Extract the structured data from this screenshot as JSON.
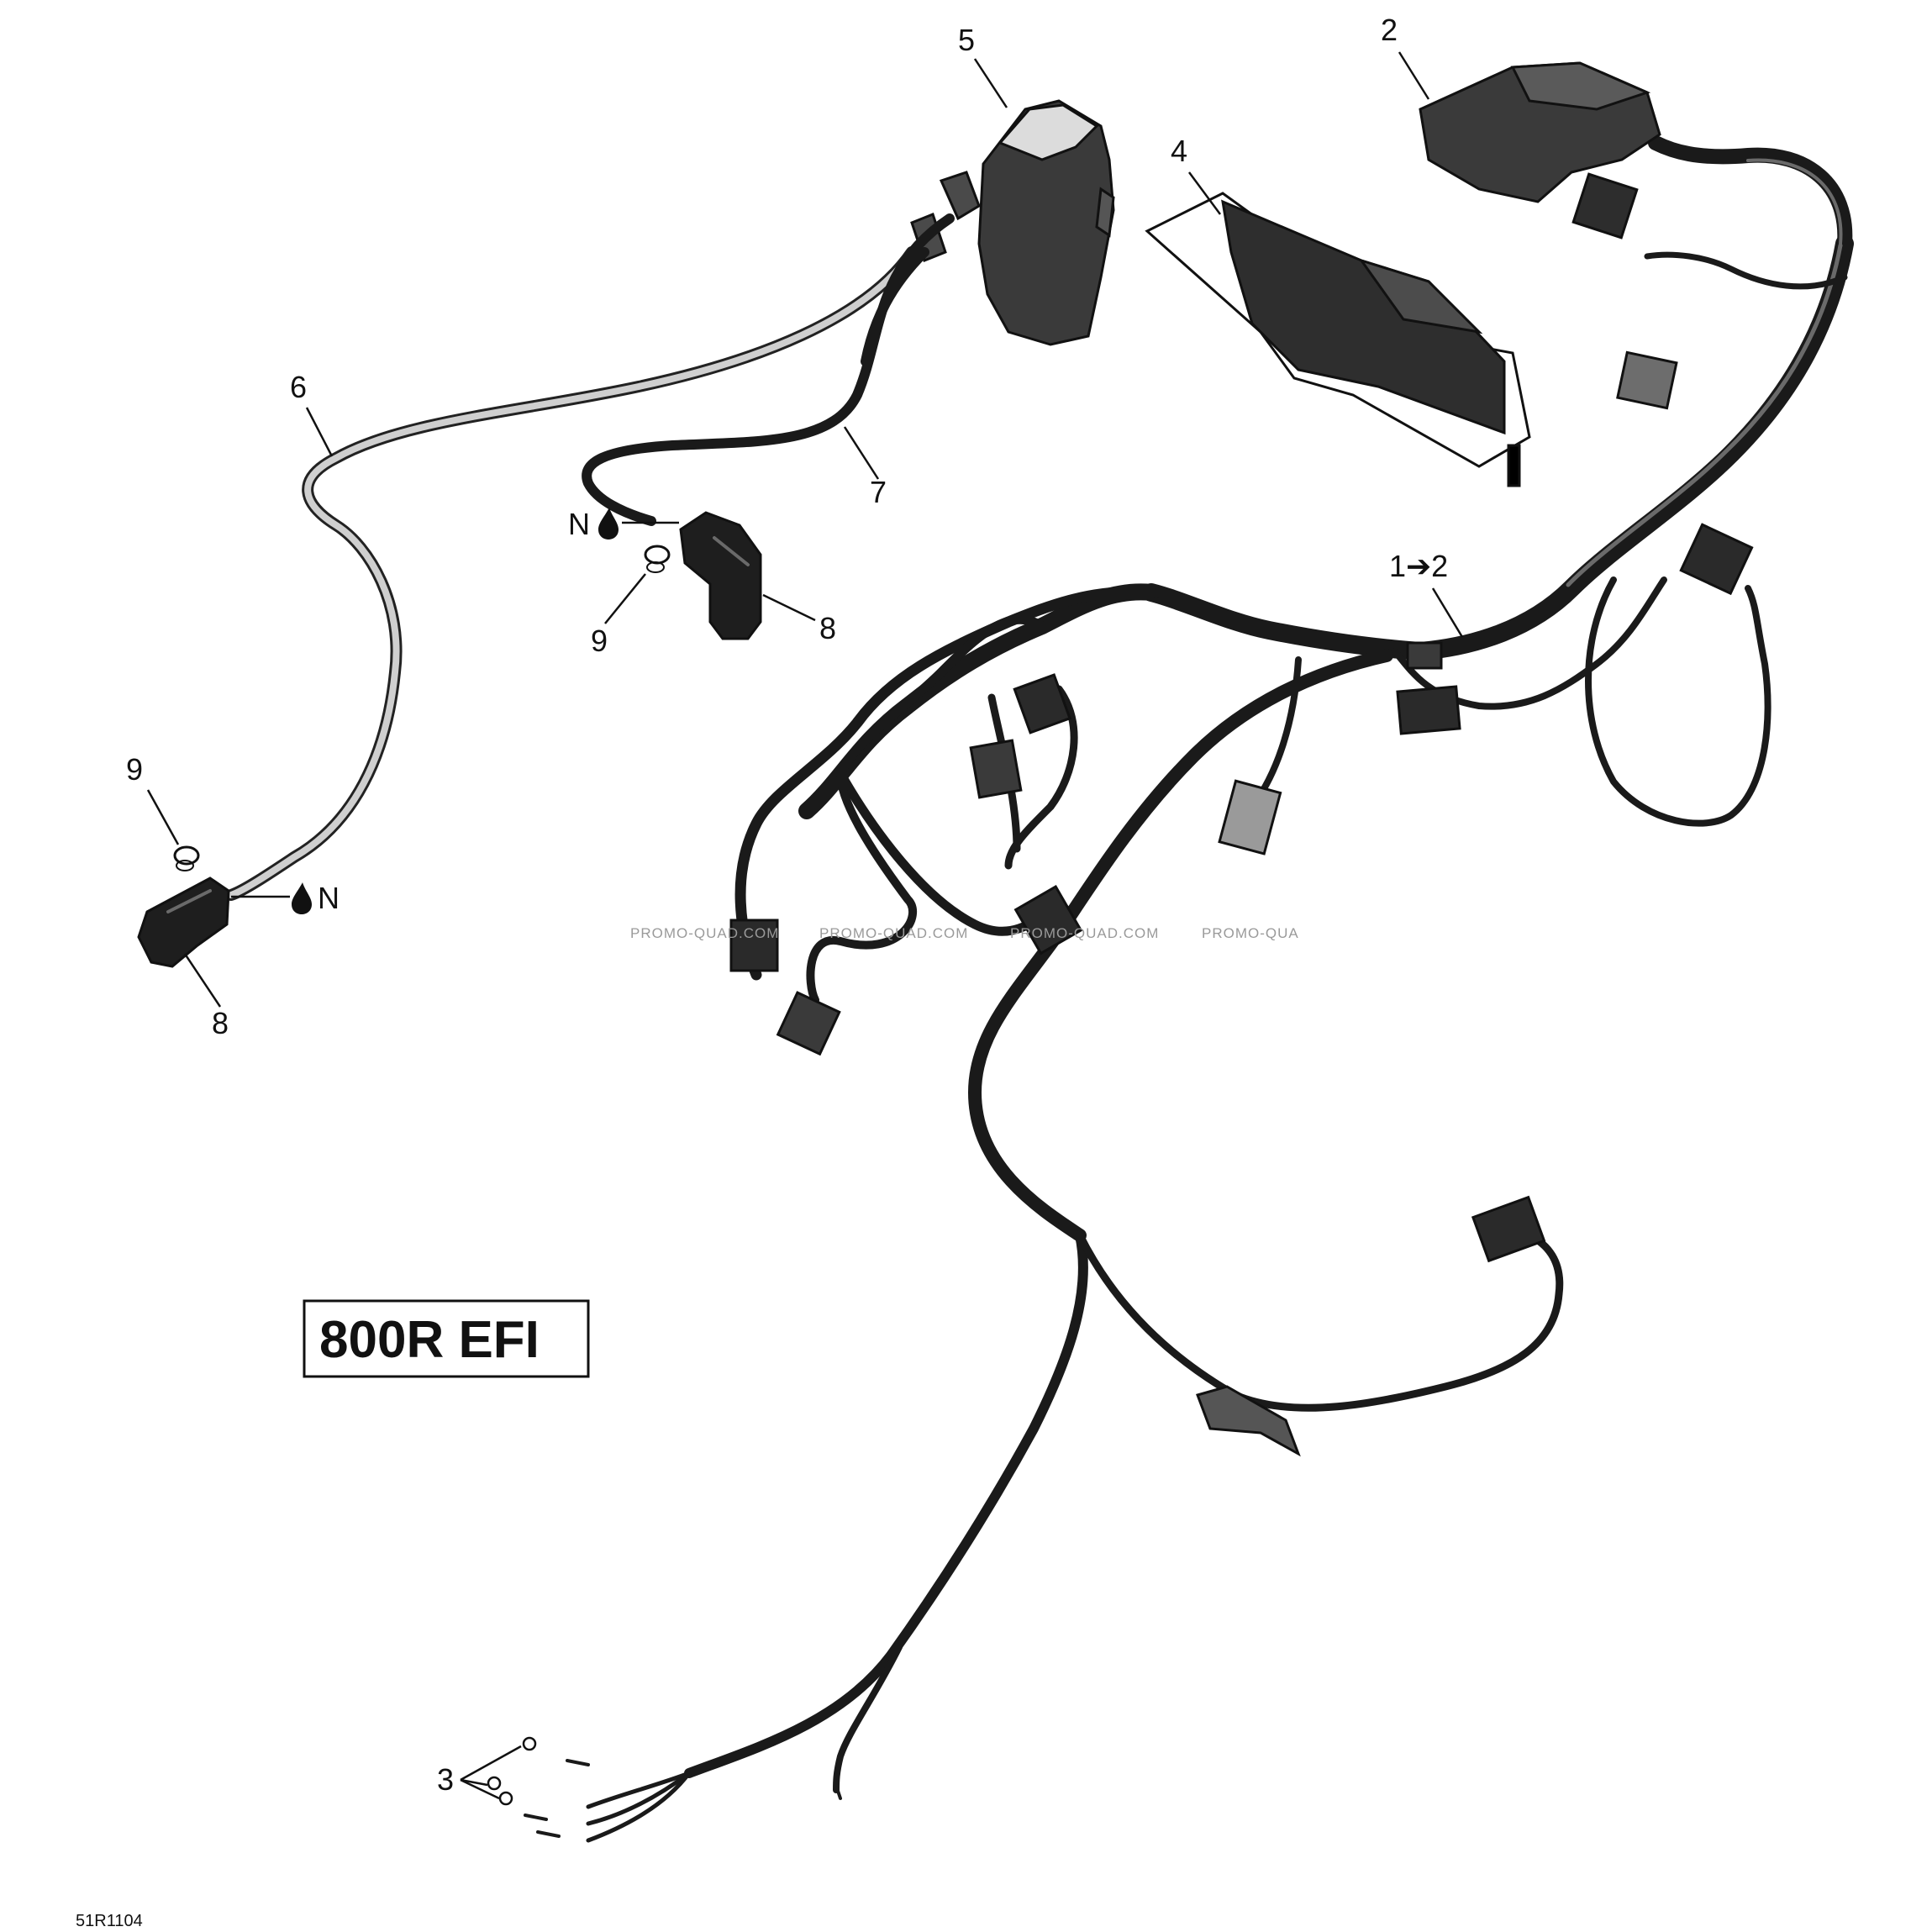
{
  "diagram": {
    "model_label": "800R EFI",
    "document_code": "51R1104",
    "watermark": "PROMO-QUAD.COM",
    "watermark_truncated": "PROMO-QUA",
    "callouts": {
      "c1": "1➔2",
      "c2": "2",
      "c3": "3",
      "c4": "4",
      "c5": "5",
      "c6": "6",
      "c7": "7",
      "c8a": "8",
      "c8b": "8",
      "c9a": "9",
      "c9b": "9"
    },
    "lube_marks": {
      "upper": "N",
      "lower": "N"
    }
  },
  "icons": [
    "drop-icon"
  ]
}
